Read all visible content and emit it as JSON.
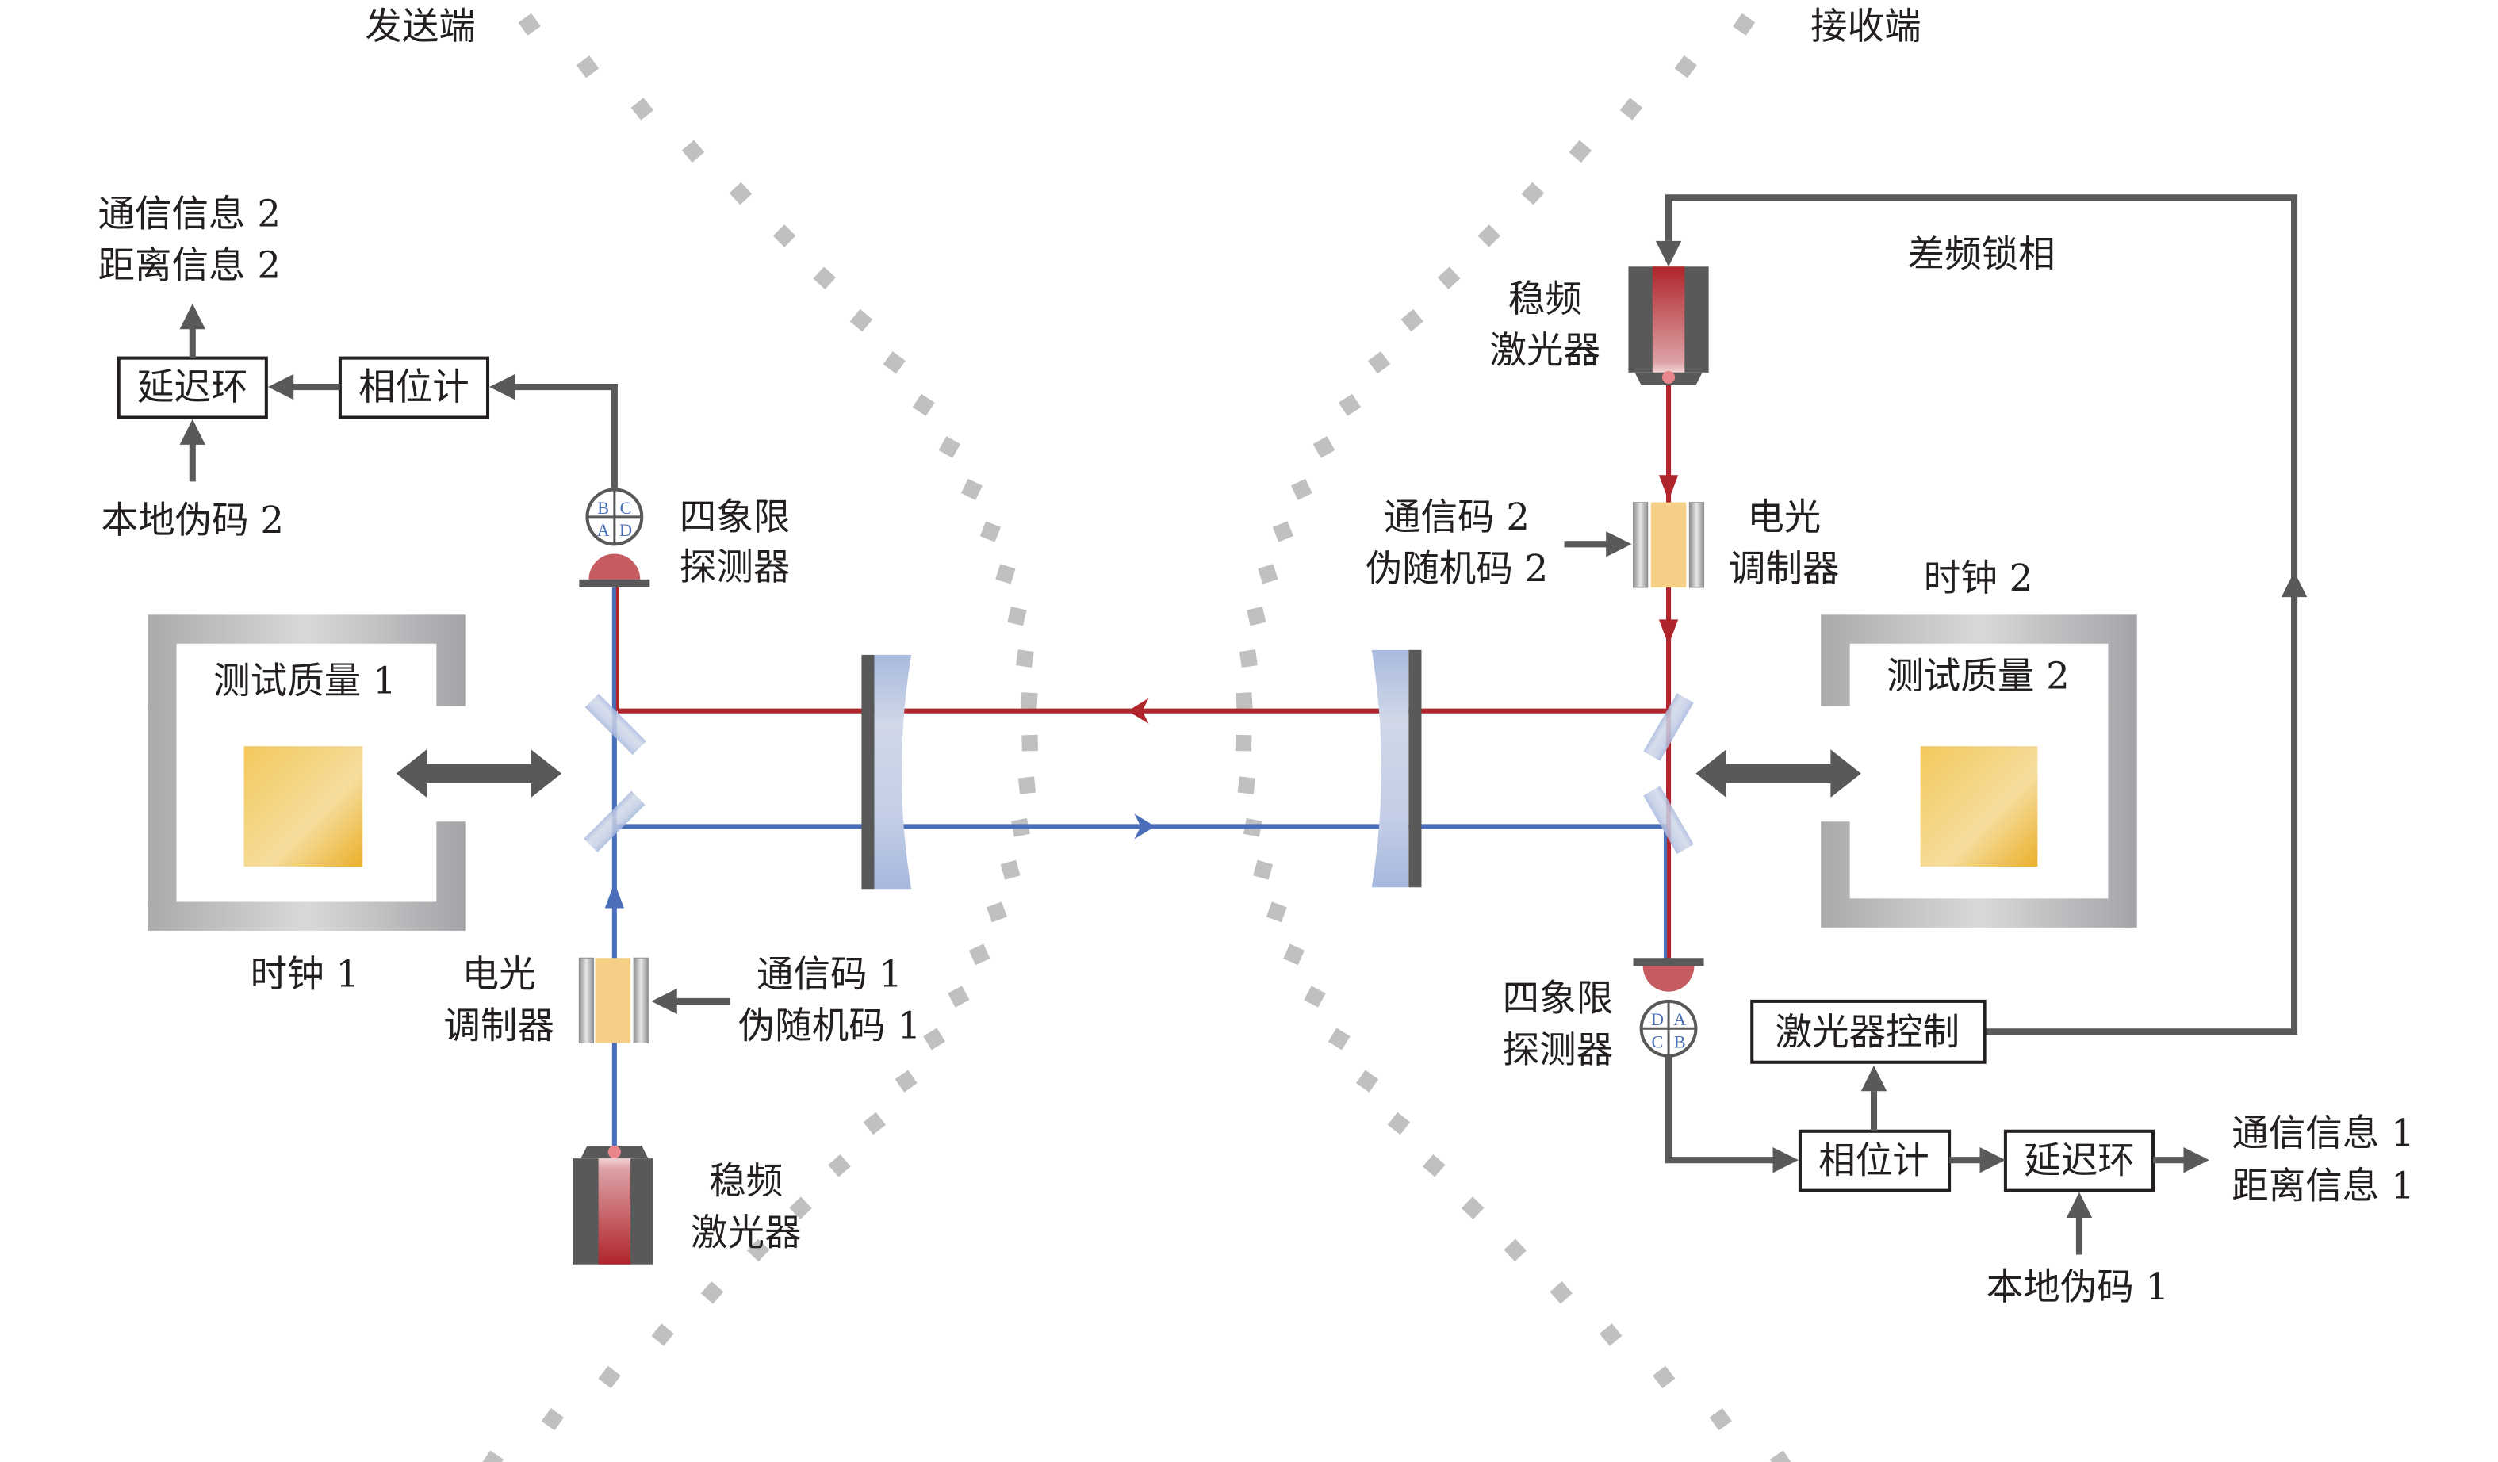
{
  "title_sender": "发送端",
  "title_receiver": "接收端",
  "sender": {
    "output_line1": "通信信息 2",
    "output_line2": "距离信息 2",
    "delay_loop": "延迟环",
    "phasemeter": "相位计",
    "local_code": "本地伪码 2",
    "qpd_label_line1": "四象限",
    "qpd_label_line2": "探测器",
    "qpd_quadrants": [
      "B",
      "C",
      "A",
      "D"
    ],
    "test_mass": "测试质量 1",
    "clock": "时钟 1",
    "eom_line1": "电光",
    "eom_line2": "调制器",
    "code_line1": "通信码 1",
    "code_line2": "伪随机码 1",
    "laser_line1": "稳频",
    "laser_line2": "激光器"
  },
  "receiver": {
    "laser_line1": "稳频",
    "laser_line2": "激光器",
    "pll": "差频锁相",
    "code_line1": "通信码 2",
    "code_line2": "伪随机码 2",
    "eom_line1": "电光",
    "eom_line2": "调制器",
    "clock": "时钟 2",
    "test_mass": "测试质量 2",
    "qpd_label_line1": "四象限",
    "qpd_label_line2": "探测器",
    "qpd_quadrants": [
      "D",
      "A",
      "C",
      "B"
    ],
    "laser_control": "激光器控制",
    "phasemeter": "相位计",
    "delay_loop": "延迟环",
    "output_line1": "通信信息 1",
    "output_line2": "距离信息 1",
    "local_code": "本地伪码 1"
  },
  "colors": {
    "beam_red": "#b0242b",
    "beam_blue": "#4a6fb8",
    "signal_gray": "#595959",
    "test_mass_gold": "#f3c95c",
    "frame_gray": "#b7b8ba",
    "dotted_boundary": "#c0c0c0"
  }
}
